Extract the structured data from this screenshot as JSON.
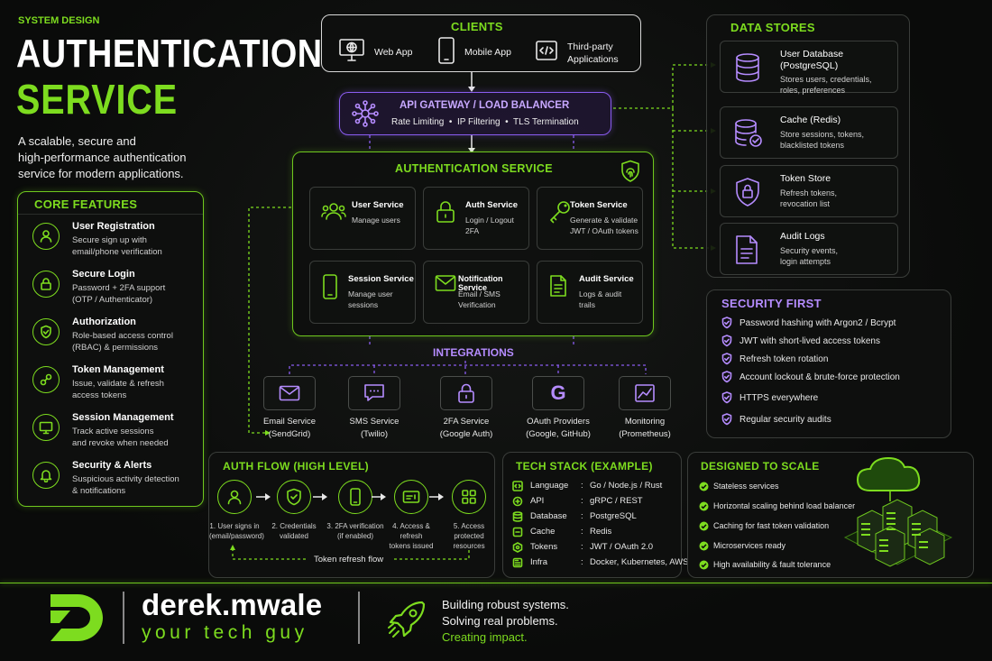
{
  "header": {
    "eyebrow": "SYSTEM DESIGN",
    "title_line1": "AUTHENTICATION",
    "title_line2": "SERVICE",
    "subtitle_line1": "A scalable, secure and",
    "subtitle_line2": "high-performance authentication",
    "subtitle_line3": "service for modern applications."
  },
  "core_features": {
    "title": "CORE FEATURES",
    "items": [
      {
        "title": "User Registration",
        "desc1": "Secure sign up with",
        "desc2": "email/phone verification",
        "icon": "user-icon"
      },
      {
        "title": "Secure Login",
        "desc1": "Password + 2FA support",
        "desc2": "(OTP / Authenticator)",
        "icon": "lock-icon"
      },
      {
        "title": "Authorization",
        "desc1": "Role-based access control",
        "desc2": "(RBAC) & permissions",
        "icon": "shield-check-icon"
      },
      {
        "title": "Token Management",
        "desc1": "Issue, validate & refresh",
        "desc2": "access tokens",
        "icon": "key-icon"
      },
      {
        "title": "Session Management",
        "desc1": "Track active sessions",
        "desc2": "and revoke when needed",
        "icon": "monitor-icon"
      },
      {
        "title": "Security & Alerts",
        "desc1": "Suspicious activity detection",
        "desc2": "& notifications",
        "icon": "bell-icon"
      }
    ]
  },
  "clients": {
    "title": "CLIENTS",
    "items": [
      {
        "label1": "Web App",
        "label2": "",
        "icon": "globe-monitor-icon"
      },
      {
        "label1": "Mobile App",
        "label2": "",
        "icon": "phone-icon"
      },
      {
        "label1": "Third-party",
        "label2": "Applications",
        "icon": "code-icon"
      }
    ]
  },
  "gateway": {
    "title": "API GATEWAY / LOAD BALANCER",
    "features": "Rate Limiting  •  IP Filtering  •  TLS Termination"
  },
  "auth_service": {
    "title": "AUTHENTICATION SERVICE",
    "services": [
      {
        "title": "User Service",
        "desc1": "Manage users",
        "desc2": "",
        "icon": "users-icon"
      },
      {
        "title": "Auth Service",
        "desc1": "Login / Logout",
        "desc2": "2FA",
        "icon": "lock-icon"
      },
      {
        "title": "Token Service",
        "desc1": "Generate & validate",
        "desc2": "JWT / OAuth tokens",
        "icon": "key-icon"
      },
      {
        "title": "Session Service",
        "desc1": "Manage user",
        "desc2": "sessions",
        "icon": "phone-icon"
      },
      {
        "title": "Notification Service",
        "desc1": "Email / SMS",
        "desc2": "Verification",
        "icon": "mail-icon"
      },
      {
        "title": "Audit Service",
        "desc1": "Logs & audit",
        "desc2": "trails",
        "icon": "document-icon"
      }
    ]
  },
  "integrations": {
    "title": "INTEGRATIONS",
    "items": [
      {
        "name1": "Email Service",
        "name2": "(SendGrid)",
        "icon": "mail-icon"
      },
      {
        "name1": "SMS Service",
        "name2": "(Twilio)",
        "icon": "chat-icon"
      },
      {
        "name1": "2FA Service",
        "name2": "(Google Auth)",
        "icon": "lock-icon"
      },
      {
        "name1": "OAuth Providers",
        "name2": "(Google, GitHub)",
        "icon": "google-g-icon"
      },
      {
        "name1": "Monitoring",
        "name2": "(Prometheus)",
        "icon": "chart-icon"
      }
    ]
  },
  "data_stores": {
    "title": "DATA STORES",
    "items": [
      {
        "title1": "User Database",
        "title2": "(PostgreSQL)",
        "desc1": "Stores users, credentials,",
        "desc2": "roles, preferences",
        "icon": "database-icon"
      },
      {
        "title1": "Cache (Redis)",
        "title2": "",
        "desc1": "Store sessions, tokens,",
        "desc2": "blacklisted tokens",
        "icon": "database-check-icon"
      },
      {
        "title1": "Token Store",
        "title2": "",
        "desc1": "Refresh tokens,",
        "desc2": "revocation list",
        "icon": "shield-icon"
      },
      {
        "title1": "Audit Logs",
        "title2": "",
        "desc1": "Security events,",
        "desc2": "login attempts",
        "icon": "document-icon"
      }
    ]
  },
  "security": {
    "title": "SECURITY FIRST",
    "items": [
      "Password hashing with Argon2 / Bcrypt",
      "JWT with short-lived access tokens",
      "Refresh token rotation",
      "Account lockout & brute-force protection",
      "HTTPS everywhere",
      "Regular security audits"
    ]
  },
  "auth_flow": {
    "title": "AUTH FLOW (HIGH LEVEL)",
    "steps": [
      {
        "l1": "1. User signs in",
        "l2": "(email/password)",
        "icon": "user-icon"
      },
      {
        "l1": "2. Credentials",
        "l2": "validated",
        "icon": "shield-check-icon"
      },
      {
        "l1": "3. 2FA verification",
        "l2": "(if enabled)",
        "icon": "phone-icon"
      },
      {
        "l1": "4. Access & refresh",
        "l2": "tokens issued",
        "icon": "ticket-icon"
      },
      {
        "l1": "5. Access protected",
        "l2": "resources",
        "icon": "grid-icon"
      }
    ],
    "refresh_label": "Token refresh flow"
  },
  "tech_stack": {
    "title": "TECH STACK (EXAMPLE)",
    "rows": [
      {
        "key": "Language",
        "value": "Go / Node.js / Rust",
        "icon": "code-icon"
      },
      {
        "key": "API",
        "value": "gRPC / REST",
        "icon": "api-icon"
      },
      {
        "key": "Database",
        "value": "PostgreSQL",
        "icon": "database-icon"
      },
      {
        "key": "Cache",
        "value": "Redis",
        "icon": "cache-icon"
      },
      {
        "key": "Tokens",
        "value": "JWT / OAuth 2.0",
        "icon": "token-icon"
      },
      {
        "key": "Infra",
        "value": "Docker, Kubernetes, AWS",
        "icon": "cloud-icon"
      }
    ]
  },
  "scale": {
    "title": "DESIGNED TO SCALE",
    "items": [
      "Stateless services",
      "Horizontal scaling behind load balancer",
      "Caching for fast token validation",
      "Microservices ready",
      "High availability & fault tolerance"
    ]
  },
  "footer": {
    "brand": "derek.mwale",
    "tagline": "your tech guy",
    "line1": "Building robust systems.",
    "line2": "Solving real problems.",
    "line3": "Creating impact."
  },
  "colors": {
    "accent": "#7ddc1f",
    "purple": "#8a5cf0",
    "background": "#0a0b0a"
  }
}
